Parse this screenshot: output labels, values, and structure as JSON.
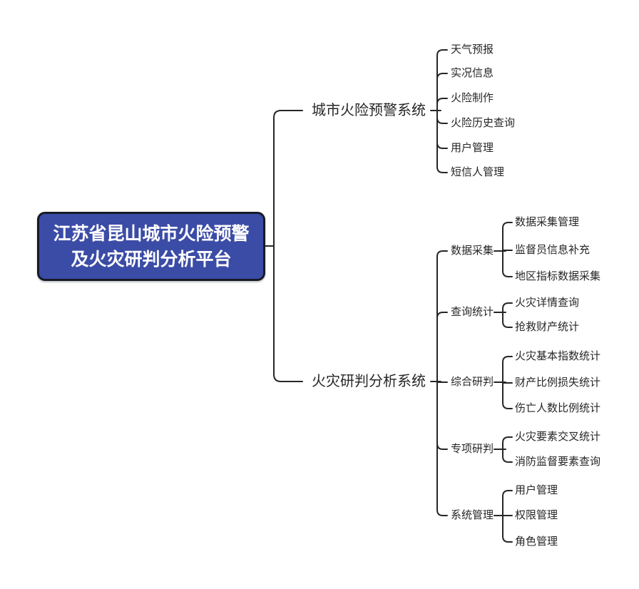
{
  "root": {
    "label": "江苏省昆山城市火险预警及火灾研判分析平台"
  },
  "branches": [
    {
      "label": "城市火险预警系统",
      "children": [
        {
          "label": "天气预报"
        },
        {
          "label": "实况信息"
        },
        {
          "label": "火险制作"
        },
        {
          "label": "火险历史查询"
        },
        {
          "label": "用户管理"
        },
        {
          "label": "短信人管理"
        }
      ]
    },
    {
      "label": "火灾研判分析系统",
      "children": [
        {
          "label": "数据采集",
          "children": [
            {
              "label": "数据采集管理"
            },
            {
              "label": "监督员信息补充"
            },
            {
              "label": "地区指标数据采集"
            }
          ]
        },
        {
          "label": "查询统计",
          "children": [
            {
              "label": "火灾详情查询"
            },
            {
              "label": "抢救财产统计"
            }
          ]
        },
        {
          "label": "综合研判",
          "children": [
            {
              "label": "火灾基本指数统计"
            },
            {
              "label": "财产比例损失统计"
            },
            {
              "label": "伤亡人数比例统计"
            }
          ]
        },
        {
          "label": "专项研判",
          "children": [
            {
              "label": "火灾要素交叉统计"
            },
            {
              "label": "消防监督要素查询"
            }
          ]
        },
        {
          "label": "系统管理",
          "children": [
            {
              "label": "用户管理"
            },
            {
              "label": "权限管理"
            },
            {
              "label": "角色管理"
            }
          ]
        }
      ]
    }
  ],
  "colors": {
    "background": "#ffffff",
    "line": "#262626",
    "text": "#262626",
    "root_fill": "#3b4ca6",
    "root_border": "#171a26",
    "root_text": "#ffffff"
  }
}
